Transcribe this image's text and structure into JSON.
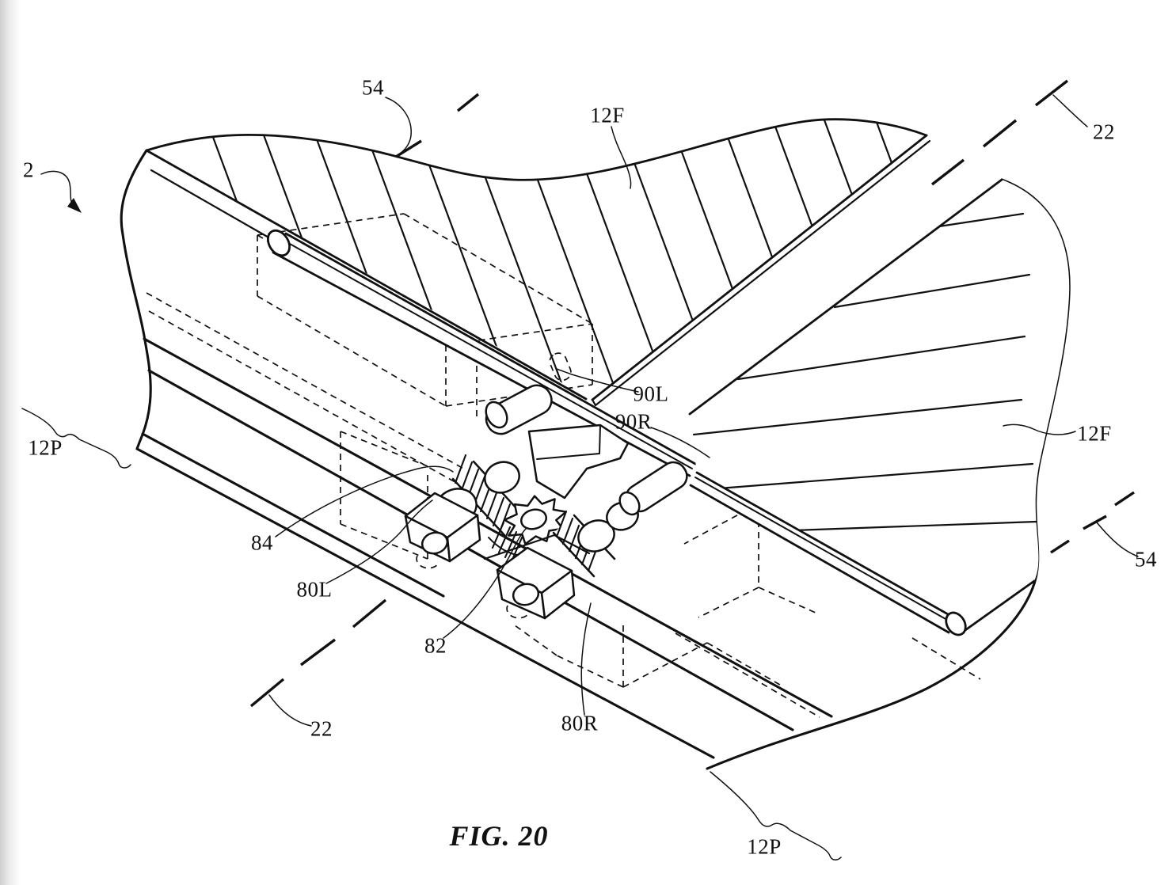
{
  "figure": {
    "caption": "FIG. 20",
    "drawing_type": "patent-line-drawing",
    "subject": "hinge mechanism of foldable device with gears and rollers",
    "colors": {
      "ink": "#111111",
      "background": "#ffffff"
    },
    "labels": [
      {
        "ref": "2",
        "target": "overall-device-arrow"
      },
      {
        "ref": "54",
        "target": "section-line-top"
      },
      {
        "ref": "12F",
        "target": "flexible-panel-top"
      },
      {
        "ref": "22",
        "target": "hinge-axis-top-right"
      },
      {
        "ref": "12P",
        "target": "housing-portion-left"
      },
      {
        "ref": "90L",
        "target": "left-flap-slot"
      },
      {
        "ref": "90R",
        "target": "right-flap-rod"
      },
      {
        "ref": "12F",
        "target": "flexible-panel-right"
      },
      {
        "ref": "84",
        "target": "roller"
      },
      {
        "ref": "80L",
        "target": "left-helical-gear"
      },
      {
        "ref": "82",
        "target": "center-gear"
      },
      {
        "ref": "54",
        "target": "section-line-right"
      },
      {
        "ref": "22",
        "target": "hinge-axis-bottom-left"
      },
      {
        "ref": "80R",
        "target": "right-helical-gear"
      },
      {
        "ref": "12P",
        "target": "housing-portion-bottom"
      }
    ]
  }
}
